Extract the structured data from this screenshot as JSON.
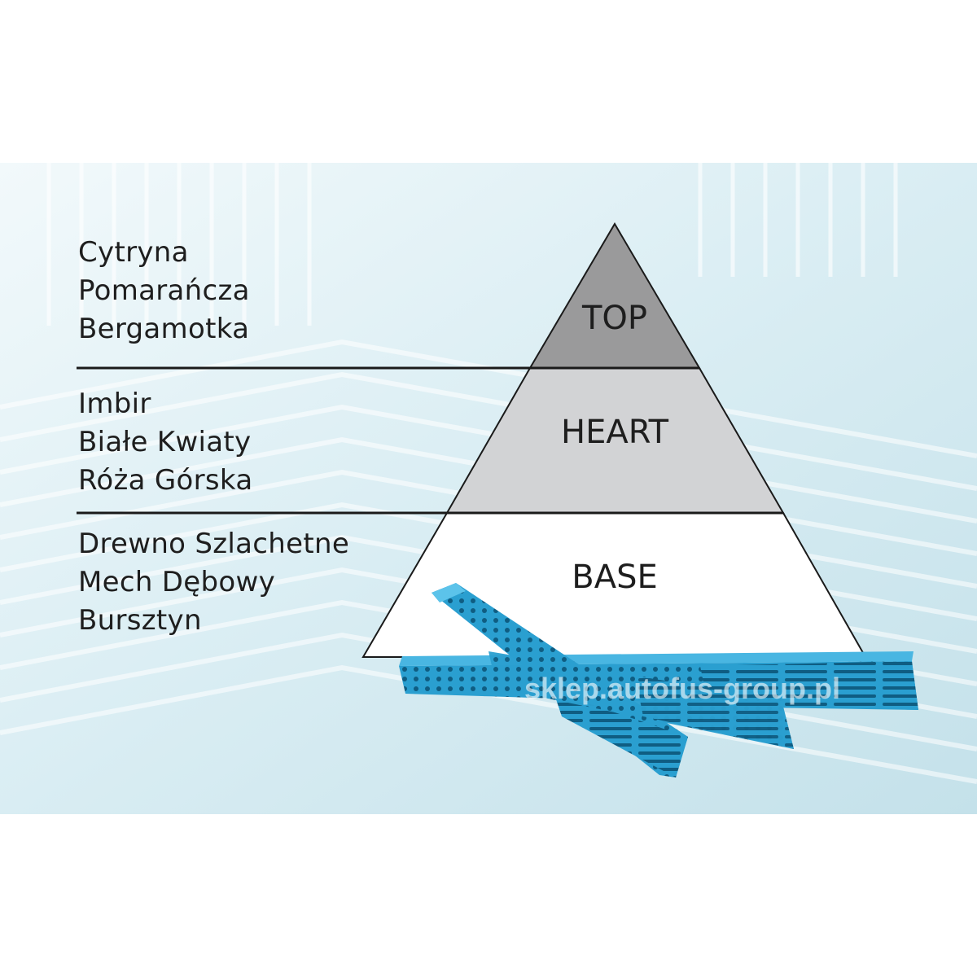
{
  "pyramid": {
    "tiers": [
      {
        "label": "TOP",
        "notes": [
          "Cytryna",
          "Pomarańcza",
          "Bergamotka"
        ],
        "color": "#9a9a9b"
      },
      {
        "label": "HEART",
        "notes": [
          "Imbir",
          "Białe Kwiaty",
          "Róża Górska"
        ],
        "color": "#d2d3d5"
      },
      {
        "label": "BASE",
        "notes": [
          "Drewno Szlachetne",
          "Mech Dębowy",
          "Bursztyn"
        ],
        "color": "#ffffff"
      }
    ]
  },
  "watermark": "sklep.autofus-group.pl",
  "colors": {
    "band_light": "#eef7fa",
    "band_mid": "#cfe6ee",
    "product_blue": "#2a9fd0"
  },
  "icons": [
    "air-freshener-sticks-image"
  ]
}
